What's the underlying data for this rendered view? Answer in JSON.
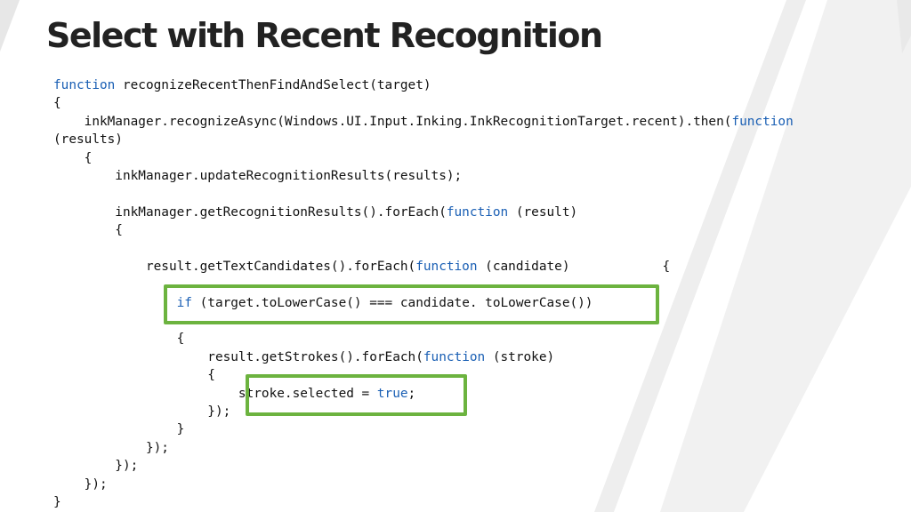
{
  "slide": {
    "title": "Select with Recent Recognition"
  },
  "code": {
    "lines": [
      [
        {
          "t": "function",
          "kw": true
        },
        {
          "t": " recognizeRecentThenFindAndSelect(target)"
        }
      ],
      [
        {
          "t": "{"
        }
      ],
      [
        {
          "t": "    inkManager.recognizeAsync(Windows.UI.Input.Inking.InkRecognitionTarget.recent).then("
        },
        {
          "t": "function",
          "kw": true
        }
      ],
      [
        {
          "t": "(results)"
        }
      ],
      [
        {
          "t": "    {"
        }
      ],
      [
        {
          "t": "        inkManager.updateRecognitionResults(results);"
        }
      ],
      [],
      [
        {
          "t": "        inkManager.getRecognitionResults().forEach("
        },
        {
          "t": "function",
          "kw": true
        },
        {
          "t": " (result)"
        }
      ],
      [
        {
          "t": "        {"
        }
      ],
      [],
      [
        {
          "t": "            result.getTextCandidates().forEach("
        },
        {
          "t": "function",
          "kw": true
        },
        {
          "t": " (candidate)            {"
        }
      ],
      [],
      [
        {
          "t": "                "
        },
        {
          "t": "if",
          "kw": true
        },
        {
          "t": " (target.toLowerCase() === candidate. toLowerCase())"
        }
      ],
      [],
      [
        {
          "t": "                {"
        }
      ],
      [
        {
          "t": "                    result.getStrokes().forEach("
        },
        {
          "t": "function",
          "kw": true
        },
        {
          "t": " (stroke)"
        }
      ],
      [
        {
          "t": "                    {"
        }
      ],
      [
        {
          "t": "                        stroke.selected = "
        },
        {
          "t": "true",
          "kw": true
        },
        {
          "t": ";"
        }
      ],
      [
        {
          "t": "                    });"
        }
      ],
      [
        {
          "t": "                }"
        }
      ],
      [
        {
          "t": "            });"
        }
      ],
      [
        {
          "t": "        });"
        }
      ],
      [
        {
          "t": "    });"
        }
      ],
      [
        {
          "t": "}"
        }
      ]
    ]
  },
  "colors": {
    "keyword": "#1a5fb4",
    "highlight": "#6cb33f",
    "text": "#111111",
    "title": "#222222"
  }
}
